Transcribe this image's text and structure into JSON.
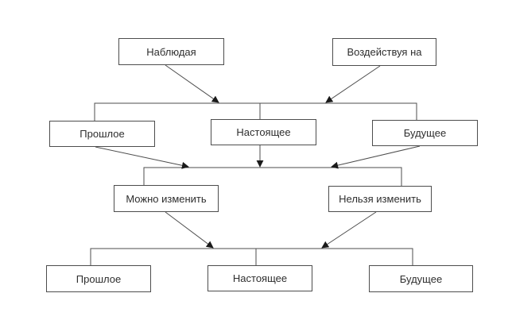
{
  "diagram": {
    "action_row": [
      {
        "label": "Наблюдая"
      },
      {
        "label": "Воздействуя на"
      }
    ],
    "time_row_top": [
      {
        "label": "Прошлое"
      },
      {
        "label": "Настоящее"
      },
      {
        "label": "Будущее"
      }
    ],
    "possibility_row": [
      {
        "label": "Можно изменить"
      },
      {
        "label": "Нельзя изменить"
      }
    ],
    "time_row_bottom": [
      {
        "label": "Прошлое"
      },
      {
        "label": "Настоящее"
      },
      {
        "label": "Будущее"
      }
    ]
  },
  "colors": {
    "background": "#ffffff",
    "line": "#4d4d4d",
    "box_border": "#4d4d4d",
    "text": "#2e2e2e",
    "arrowhead": "#1a1a1a"
  }
}
